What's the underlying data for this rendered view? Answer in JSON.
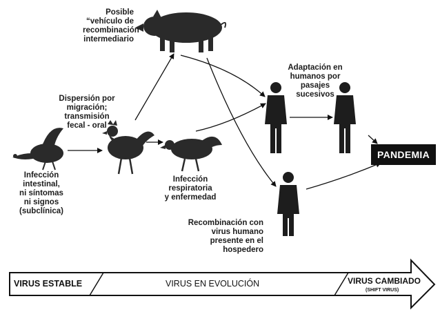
{
  "labels": {
    "pig": [
      "Posible",
      "“vehículo de",
      "recombinación”",
      "intermediario"
    ],
    "dispersion": [
      "Dispersión por",
      "migración;",
      "transmisión",
      "fecal - oral"
    ],
    "goose": [
      "Infección",
      "intestinal,",
      "ni síntomas",
      "ni signos",
      "(subclínica)"
    ],
    "chicken": [
      "Infección",
      "respiratoria",
      "y enfermedad"
    ],
    "adaptation": [
      "Adaptación en",
      "humanos por",
      "pasajes",
      "sucesivos"
    ],
    "recombination": [
      "Recombinación con",
      "virus humano",
      "presente en el",
      "hospedero"
    ],
    "pandemia": "PANDEMIA"
  },
  "band": {
    "stable": "VIRUS ESTABLE",
    "evolving": "VIRUS EN EVOLUCIÓN",
    "changed": "VIRUS CAMBIADO",
    "shift": "(SHIFT VIRUS)"
  },
  "colors": {
    "ink": "#111111",
    "text": "#1c1c1c",
    "background": "#ffffff"
  },
  "icons": [
    "pig-icon",
    "goose-icon",
    "rooster-icon",
    "chicken-icon",
    "human-icon"
  ]
}
